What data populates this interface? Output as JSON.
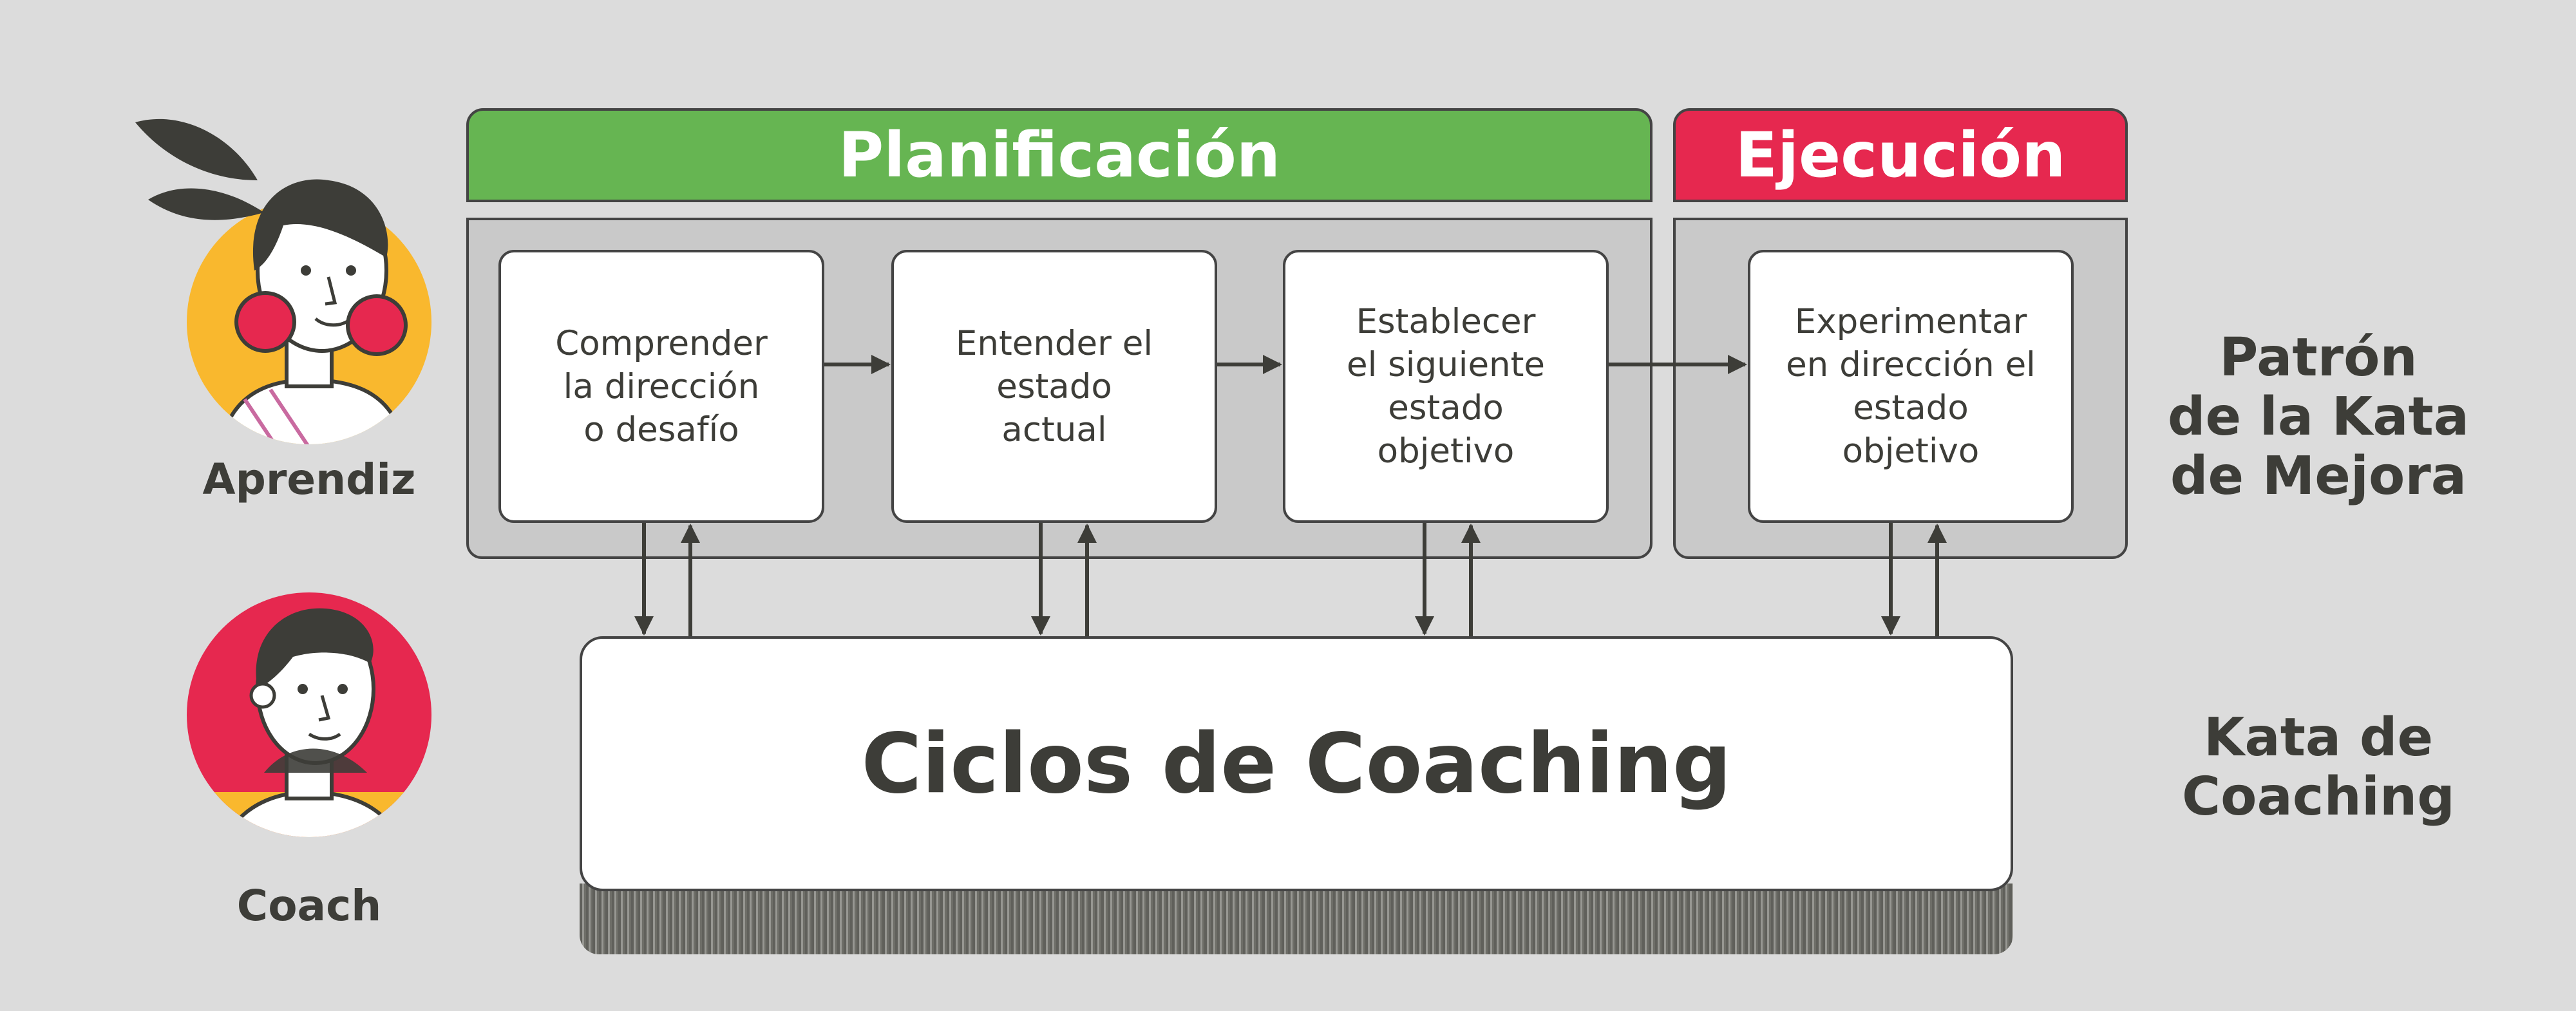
{
  "phases": {
    "planning": "Planificación",
    "execution": "Ejecución"
  },
  "steps": [
    "Comprender\nla dirección\no desafío",
    "Entender el\nestado\nactual",
    "Establecer\nel siguiente\nestado\nobjetivo",
    "Experimentar\nen dirección el\nestado\nobjetivo"
  ],
  "coaching_cycles": "Ciclos de Coaching",
  "side_labels": {
    "improvement_kata": "Patrón\nde la Kata\nde Mejora",
    "coaching_kata": "Kata de\nCoaching"
  },
  "roles": {
    "learner": "Aprendiz",
    "coach": "Coach"
  },
  "colors": {
    "background": "#dcdcdc",
    "planning": "#66b552",
    "execution": "#e6284f",
    "panel": "#c9c9c9",
    "outline": "#444444",
    "learner_circle": "#f9b82e",
    "coach_circle": "#e6284f"
  }
}
